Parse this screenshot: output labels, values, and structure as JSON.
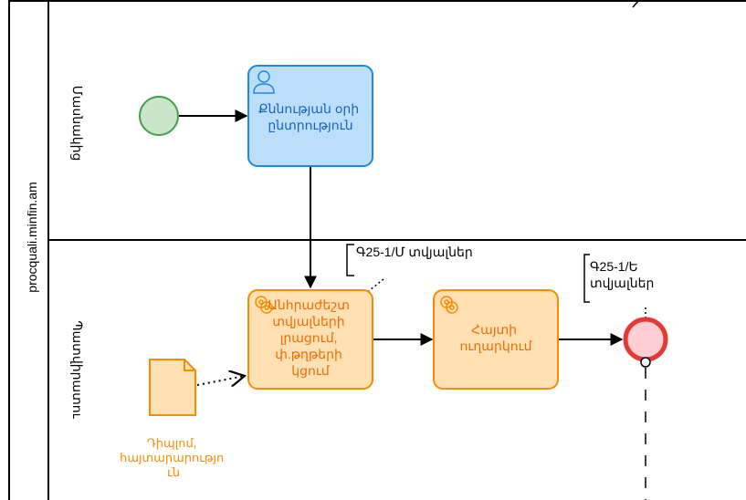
{
  "pool": {
    "name": "procquali.minfin.am"
  },
  "lanes": [
    {
      "name": "Մասնակից"
    },
    {
      "name": "Պատվիրատու"
    }
  ],
  "tasks": {
    "choose_date": {
      "lines": [
        "Քննության օրի",
        "ընտրություն"
      ]
    },
    "fill_data": {
      "lines": [
        "Անհրաժեշտ",
        "տվյալների",
        "լրացում,",
        "փ.թղթերի",
        "կցում"
      ]
    },
    "send_request": {
      "lines": [
        "Հայտի",
        "ուղարկում"
      ]
    }
  },
  "data_object": {
    "lines": [
      "Դիպլոմ,",
      "հայտարարությո",
      "ւն"
    ]
  },
  "annotations": {
    "a1": {
      "text": "Գ25-1/Մ տվյալներ"
    },
    "a2": {
      "lines": [
        "Գ25-1/Ե",
        "տվյալներ"
      ]
    }
  },
  "colors": {
    "start_stroke": "#43a047",
    "start_fill": "#c8e6c9",
    "user_task_fill": "#bbdefb",
    "user_task_stroke": "#1e88e5",
    "service_task_fill": "#ffe0b2",
    "service_task_stroke": "#fb8c00",
    "end_stroke": "#e53935",
    "end_fill": "#ffcdd2",
    "data_label": "#fb8c00"
  }
}
